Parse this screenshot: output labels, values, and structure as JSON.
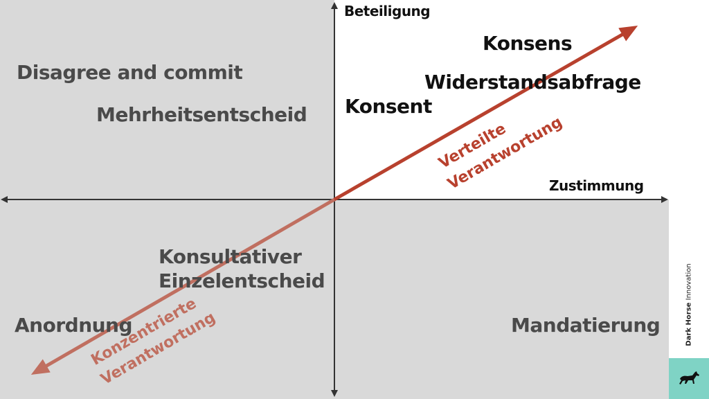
{
  "colors": {
    "quadrant_gray": "#d9d9d9",
    "quadrant_white": "#ffffff",
    "axis": "#333333",
    "arrow_red": "#b8412e",
    "arrow_salmon": "#c06f60",
    "logo_bg": "#7fd3c5"
  },
  "axes": {
    "y_label": "Beteiligung",
    "x_label": "Zustimmung"
  },
  "items": {
    "konsens": "Konsens",
    "widerstandsabfrage": "Widerstandsabfrage",
    "konsent": "Konsent",
    "disagree": "Disagree and commit",
    "mehrheit": "Mehrheitsentscheid",
    "konsultativ_1": "Konsultativer",
    "konsultativ_2": "Einzelentscheid",
    "anordnung": "Anordnung",
    "mandatierung": "Mandatierung"
  },
  "arrows": {
    "verteilte_1": "Verteilte",
    "verteilte_2": "Verantwortung",
    "konzentrierte_1": "Konzentrierte",
    "konzentrierte_2": "Verantwortung"
  },
  "brand": {
    "name_bold": "Dark Horse",
    "name_rest": " Innovation",
    "logo_icon": "horse-icon"
  }
}
